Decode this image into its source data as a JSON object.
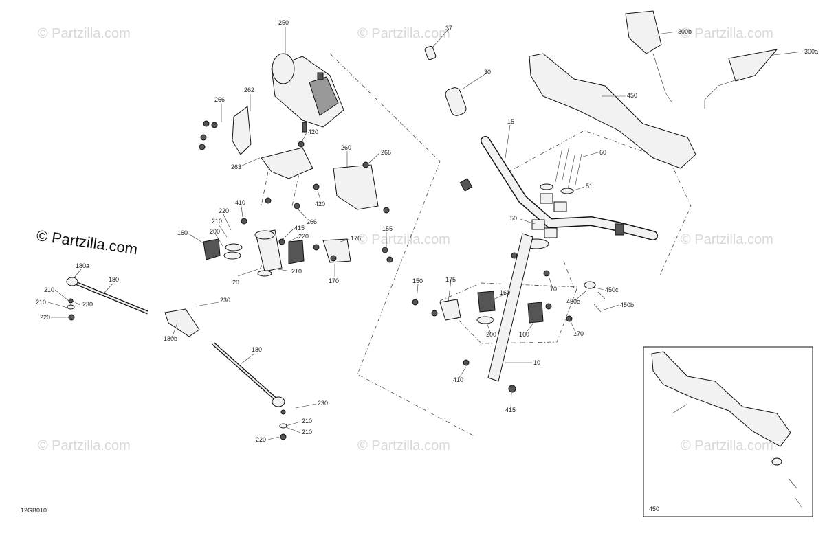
{
  "diagram": {
    "drawing_code": "12GB010",
    "brand_text": "© Partzilla.com",
    "watermark_text": "© Partzilla.com",
    "inset_label": "450",
    "callouts": {
      "c250": "250",
      "c262": "262",
      "c266a": "266",
      "c263": "263",
      "c420a": "420",
      "c260": "260",
      "c266b": "266",
      "c420b": "420",
      "c266c": "266",
      "c410a": "410",
      "c220a": "220",
      "c210a": "210",
      "c200a": "200",
      "c160a": "160",
      "c415a": "415",
      "c220b": "220",
      "c20": "20",
      "c210b": "210",
      "c155": "155",
      "c176": "176",
      "c170a": "170",
      "c37": "37",
      "c30": "30",
      "c15": "15",
      "c450a": "450",
      "c300b": "300b",
      "c300a": "300a",
      "c60": "60",
      "c51": "51",
      "c50": "50",
      "c70": "70",
      "c450c": "450c",
      "c450e": "450e",
      "c450b": "450b",
      "c150": "150",
      "c175": "175",
      "c160b": "160",
      "c200b": "200",
      "c160c": "160",
      "c170b": "170",
      "c10": "10",
      "c410b": "410",
      "c415b": "415",
      "c180a": "180a",
      "c180": "180",
      "c210c": "210",
      "c230a": "230",
      "c210d": "210",
      "c220c": "220",
      "c230b": "230",
      "c180b": "180b",
      "c180c": "180",
      "c230c": "230",
      "c210e": "210",
      "c210f": "210",
      "c220d": "220"
    }
  },
  "icons": {
    "power_steering": "power-steering-unit-icon",
    "handlebar": "handlebar-icon",
    "mirror": "mirror-icon",
    "handguard": "handguard-icon",
    "tie_rod": "tie-rod-icon",
    "steering_column": "steering-column-icon"
  }
}
